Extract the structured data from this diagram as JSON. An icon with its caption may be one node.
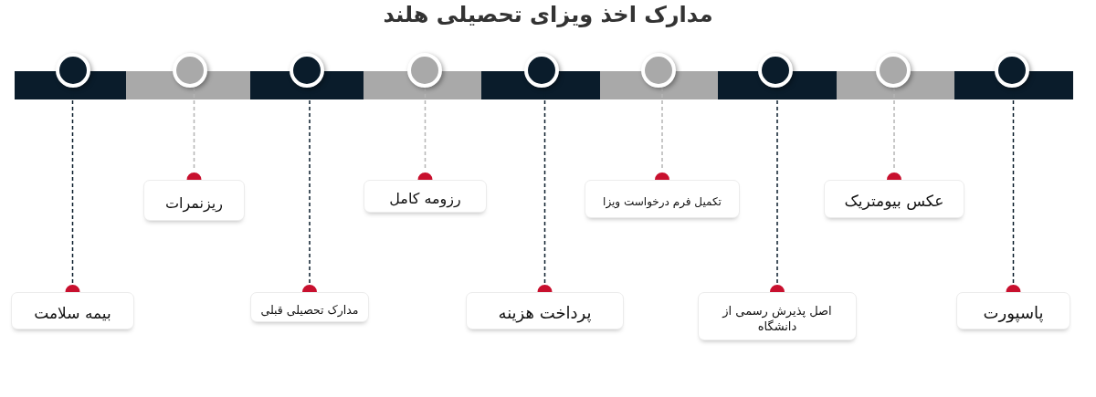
{
  "diagram": {
    "title": "مدارک اخذ ویزای تحصیلی هلند",
    "nodes": [
      {
        "text": [],
        "shape": "circle"
      },
      {
        "text": [],
        "shape": "circle"
      },
      {
        "text": [],
        "shape": "circle"
      },
      {
        "text": [],
        "shape": "circle"
      },
      {
        "text": [],
        "shape": "circle"
      },
      {
        "text": [],
        "shape": "circle"
      },
      {
        "text": [],
        "shape": "circle"
      },
      {
        "text": [],
        "shape": "circle"
      },
      {
        "text": [],
        "shape": "circle"
      },
      {
        "text": [
          "پاسپورت"
        ]
      },
      {
        "text": [
          "عکس بیومتریک"
        ]
      },
      {
        "text": [
          "اصل پذیرش رسمی از دانشگاه"
        ]
      },
      {
        "text": [
          "تکمیل فرم درخواست ویزا"
        ]
      },
      {
        "text": [
          "پرداخت هزینه"
        ]
      },
      {
        "text": [
          "رزومه کامل"
        ]
      },
      {
        "text": [
          "مدارک تحصیلی قبلی"
        ]
      },
      {
        "text": [
          "ریزنمرات"
        ]
      },
      {
        "text": [
          "بیمه سلامت"
        ]
      }
    ],
    "edges": [
      {
        "from": 8,
        "to": 9,
        "arrow": "other",
        "style": "dashed"
      },
      {
        "from": 7,
        "to": 10,
        "arrow": "other",
        "style": "dashed",
        "color": "#b5b5b5"
      },
      {
        "from": 6,
        "to": 11,
        "arrow": "other",
        "style": "dashed"
      },
      {
        "from": 5,
        "to": 12,
        "arrow": "other",
        "style": "dashed",
        "color": "#b5b5b5"
      },
      {
        "from": 4,
        "to": 13,
        "arrow": "other",
        "style": "dashed"
      },
      {
        "from": 3,
        "to": 14,
        "arrow": "other",
        "style": "dashed",
        "color": "#b5b5b5"
      },
      {
        "from": 2,
        "to": 15,
        "arrow": "other",
        "style": "dashed"
      },
      {
        "from": 1,
        "to": 16,
        "arrow": "other",
        "style": "dashed",
        "color": "#b5b5b5"
      },
      {
        "from": 0,
        "to": 17,
        "arrow": "other",
        "style": "dashed"
      }
    ]
  }
}
